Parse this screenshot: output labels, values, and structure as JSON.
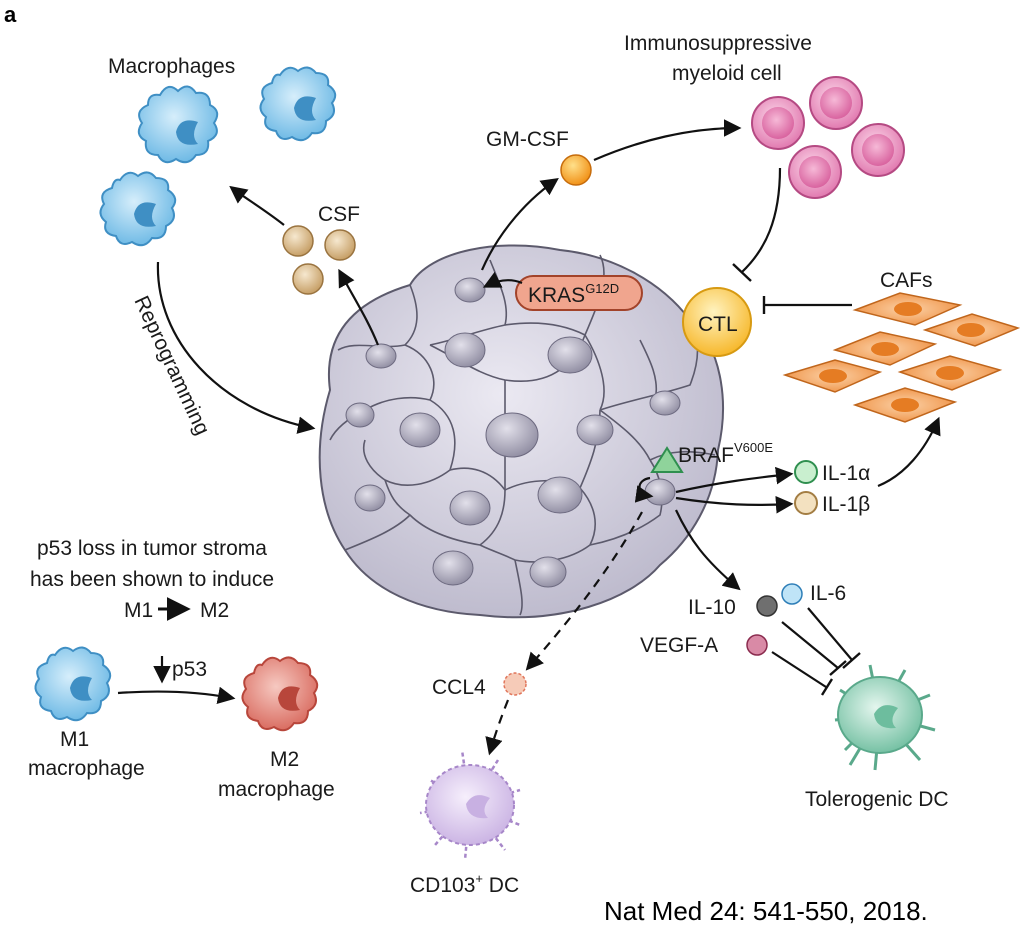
{
  "panel_letter": "a",
  "labels": {
    "macrophages": "Macrophages",
    "csf": "CSF",
    "reprogramming": "Reprogramming",
    "gm_csf": "GM-CSF",
    "immunosuppressive_line1": "Immunosuppressive",
    "immunosuppressive_line2": "myeloid cell",
    "kras": "KRAS",
    "kras_sup": "G12D",
    "ctl": "CTL",
    "cafs": "CAFs",
    "braf": "BRAF",
    "braf_sup": "V600E",
    "il1a": "IL-1α",
    "il1b": "IL-1β",
    "il10": "IL-10",
    "il6": "IL-6",
    "vegfa": "VEGF-A",
    "ccl4": "CCL4",
    "cd103_dc": "CD103",
    "cd103_sup": "+",
    "cd103_dc_suffix": " DC",
    "tolerogenic_dc": "Tolerogenic DC",
    "p53_line1": "p53 loss in tumor stroma",
    "p53_line2": "has been shown to induce",
    "p53_line3_a": "M1",
    "p53_line3_b": "M2",
    "down_p53": "p53",
    "m1_line1": "M1",
    "m1_line2": "macrophage",
    "m2_line1": "M2",
    "m2_line2": "macrophage",
    "citation": "Nat Med 24: 541-550, 2018."
  },
  "colors": {
    "tumor": "#c9c6d6",
    "tumor_nucleus": "#a9a6b8",
    "macrophage": "#7ec3ea",
    "csf": "#d9b98a",
    "gm_csf": "#f6a21f",
    "myeloid": "#e784b5",
    "ctl": "#f8c544",
    "caf": "#f4a25a",
    "kras_box": "#f0a58e",
    "braf_triangle": "#6fbf8a",
    "il1a": "#8fd39b",
    "il1b": "#e3c493",
    "il10": "#6f6f6f",
    "il6": "#7ec3ea",
    "vegfa": "#b8456a",
    "ccl4": "#f6b7a0",
    "cd103": "#d9c8ea",
    "tolerogenic": "#8fd0b8",
    "m2": "#e27a6e"
  },
  "icons": [
    "macrophage-cell",
    "tumor-cell-cluster",
    "caf-cell",
    "dendritic-cell",
    "cytokine-bead"
  ]
}
